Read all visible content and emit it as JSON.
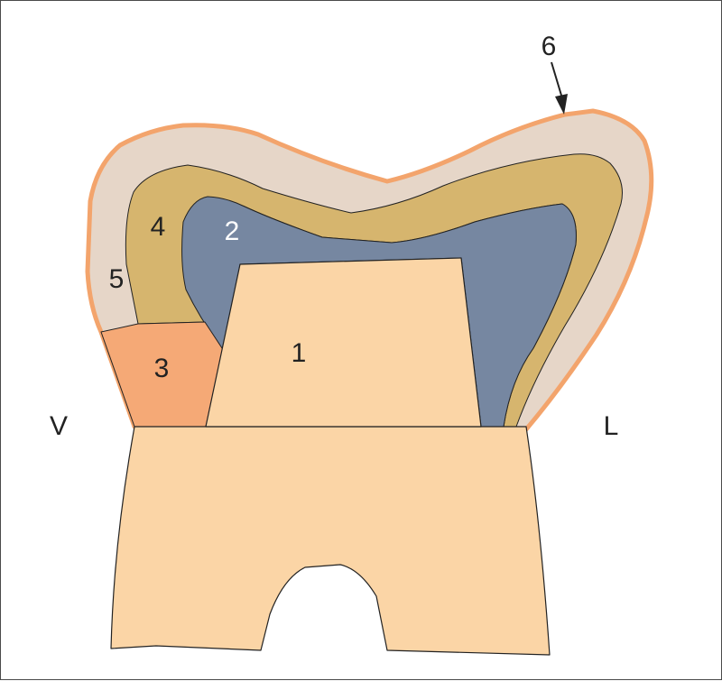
{
  "labels": {
    "pulp": "1",
    "dentin": "2",
    "restoration": "3",
    "layer_4": "4",
    "layer_5": "5",
    "layer_6": "6",
    "vestibular": "V",
    "lingual": "L"
  },
  "colors": {
    "background": "#ffffff",
    "border": "#4a4a4a",
    "root_and_pulp": "#fbd5a6",
    "dentin": "#7687a1",
    "restoration": "#f5a976",
    "layer_4": "#d6b56e",
    "layer_5": "#e6d6c8",
    "layer_6_outline": "#f3a46c",
    "outline": "#222222",
    "text_dark": "#222222",
    "text_light": "#ffffff"
  }
}
